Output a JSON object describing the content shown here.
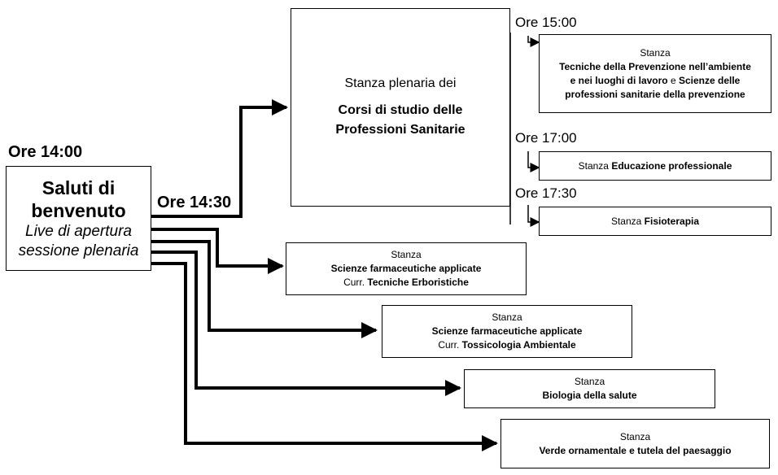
{
  "start": {
    "time": "Ore 14:00",
    "title_line1": "Saluti di",
    "title_line2": "benvenuto",
    "subtitle_line1": "Live di apertura",
    "subtitle_line2": "sessione plenaria"
  },
  "plenary": {
    "time": "Ore 14:30",
    "intro": "Stanza plenaria dei",
    "title_line1": "Corsi di studio delle",
    "title_line2": "Professioni Sanitarie"
  },
  "sessions": [
    {
      "time": "Ore 15:00",
      "prefix": "Stanza",
      "line1": "Tecniche della Prevenzione nell’ambiente",
      "line2a": "e nei luoghi di lavoro",
      "line2b": " e ",
      "line2c": "Scienze delle",
      "line3": "professioni sanitarie della prevenzione"
    },
    {
      "time": "Ore 17:00",
      "prefix": "Stanza ",
      "name": "Educazione professionale"
    },
    {
      "time": "Ore 17:30",
      "prefix": "Stanza ",
      "name": "Fisioterapia"
    }
  ],
  "rooms": [
    {
      "prefix": "Stanza",
      "name": "Scienze farmaceutiche applicate",
      "curr_prefix": "Curr. ",
      "curr": "Tecniche Erboristiche"
    },
    {
      "prefix": "Stanza",
      "name": "Scienze farmaceutiche applicate",
      "curr_prefix": "Curr. ",
      "curr": "Tossicologia Ambientale"
    },
    {
      "prefix": "Stanza",
      "name": "Biologia della salute"
    },
    {
      "prefix": "Stanza",
      "name": "Verde ornamentale e tutela del paesaggio"
    }
  ]
}
